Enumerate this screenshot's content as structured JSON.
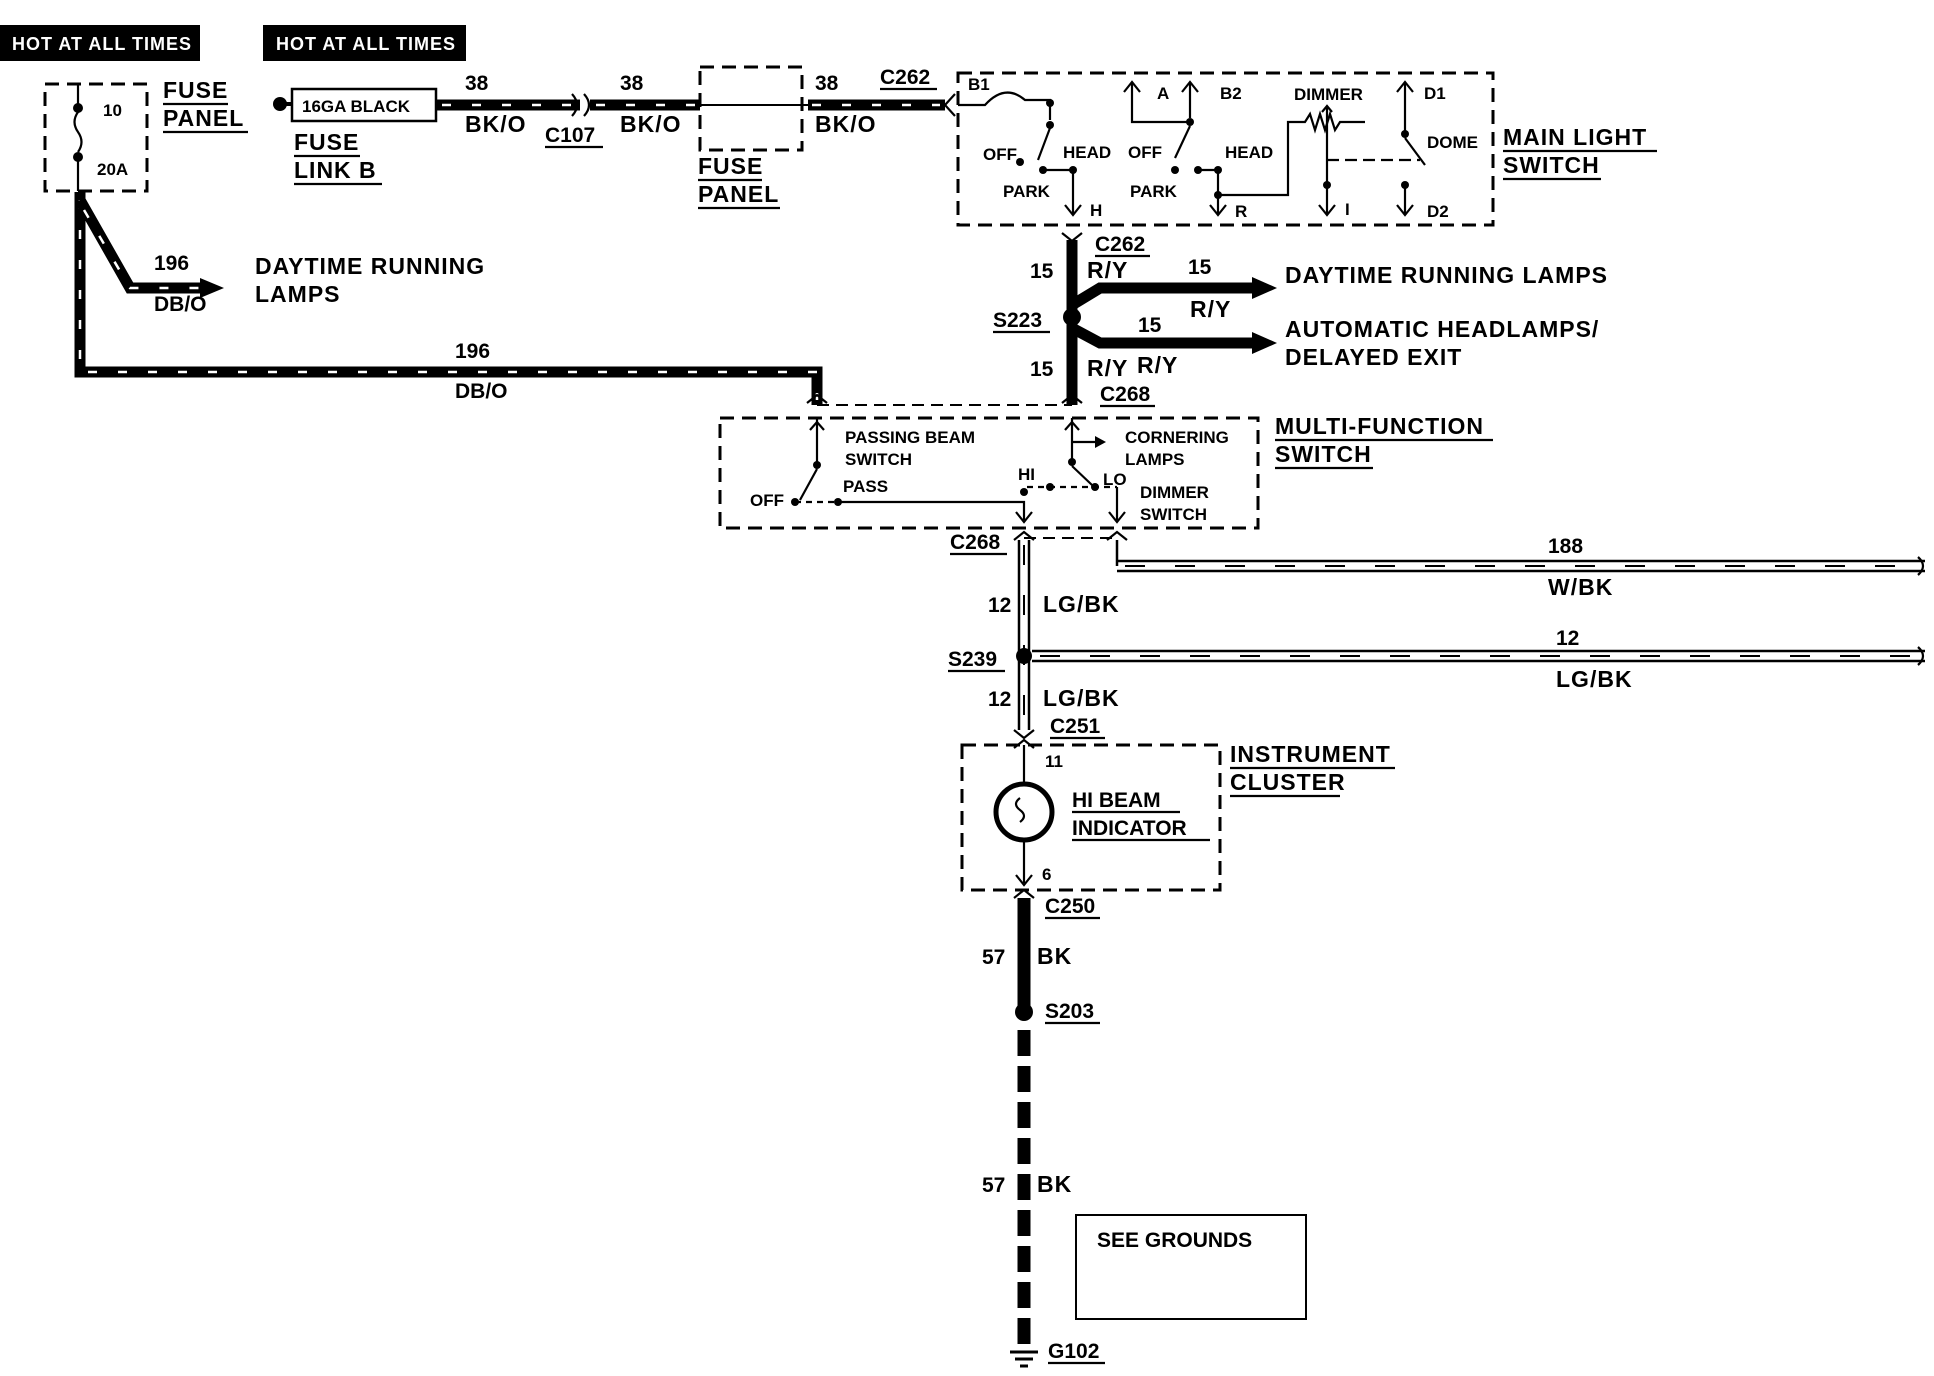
{
  "power": {
    "hot_left": "HOT AT ALL TIMES",
    "hot_right": "HOT AT ALL TIMES"
  },
  "fuse_panel_left": {
    "label_line1": "FUSE",
    "label_line2": "PANEL",
    "fuse_number": "10",
    "fuse_rating": "20A"
  },
  "fuse_link": {
    "box_text": "16GA BLACK",
    "label_line1": "FUSE",
    "label_line2": "LINK B"
  },
  "feed_circuit": {
    "num_1": "38",
    "color_1": "BK/O",
    "connector_c107": "C107",
    "num_2": "38",
    "color_2": "BK/O",
    "num_3": "38",
    "color_3": "BK/O",
    "connector_c262_top": "C262"
  },
  "fuse_panel_mid": {
    "label_line1": "FUSE",
    "label_line2": "PANEL"
  },
  "main_light_switch": {
    "title_line1": "MAIN LIGHT",
    "title_line2": "SWITCH",
    "b1": "B1",
    "b2": "B2",
    "a": "A",
    "h": "H",
    "r": "R",
    "i": "I",
    "d1": "D1",
    "d2": "D2",
    "off_1": "OFF",
    "head_1": "HEAD",
    "park_1": "PARK",
    "off_2": "OFF",
    "head_2": "HEAD",
    "park_2": "PARK",
    "dimmer": "DIMMER",
    "dome": "DOME"
  },
  "drl_branch": {
    "num": "196",
    "color": "DB/O",
    "dest_line1": "DAYTIME RUNNING",
    "dest_line2": "LAMPS"
  },
  "drl_run": {
    "num": "196",
    "color": "DB/O"
  },
  "headlamp_feed": {
    "c262": "C262",
    "num_upper": "15",
    "color_upper": "R/Y",
    "splice": "S223",
    "num_lower": "15",
    "color_lower": "R/Y",
    "c268": "C268",
    "branch1_num": "15",
    "branch1_color": "R/Y",
    "branch1_dest": "DAYTIME RUNNING LAMPS",
    "branch2_num": "15",
    "branch2_color": "R/Y",
    "branch2_dest_line1": "AUTOMATIC HEADLAMPS/",
    "branch2_dest_line2": "DELAYED EXIT"
  },
  "multi_function_switch": {
    "title_line1": "MULTI-FUNCTION",
    "title_line2": "SWITCH",
    "passing_line1": "PASSING BEAM",
    "passing_line2": "SWITCH",
    "off": "OFF",
    "pass": "PASS",
    "hi": "HI",
    "lo": "LO",
    "cornering_line1": "CORNERING",
    "cornering_line2": "LAMPS",
    "dimmer_line1": "DIMMER",
    "dimmer_line2": "SWITCH"
  },
  "hi_beam_circuit": {
    "c268": "C268",
    "w188_num": "188",
    "w188_color": "W/BK",
    "num_upper": "12",
    "color_upper": "LG/BK",
    "splice": "S239",
    "branch_num": "12",
    "branch_color": "LG/BK",
    "num_lower": "12",
    "color_lower": "LG/BK",
    "c251": "C251"
  },
  "instrument_cluster": {
    "title_line1": "INSTRUMENT",
    "title_line2": "CLUSTER",
    "pin_in": "11",
    "indicator_line1": "HI BEAM",
    "indicator_line2": "INDICATOR",
    "pin_out": "6"
  },
  "ground_circuit": {
    "c250": "C250",
    "num_upper": "57",
    "color_upper": "BK",
    "splice": "S203",
    "num_lower": "57",
    "color_lower": "BK",
    "note": "SEE GROUNDS",
    "ground": "G102"
  }
}
